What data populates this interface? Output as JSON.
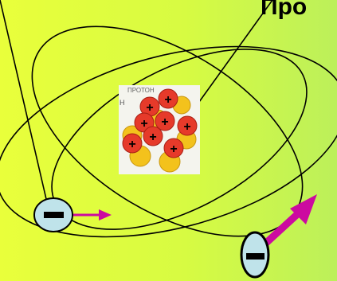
{
  "title": "Про",
  "nucleus": {
    "caption_top": "ПРОТОН",
    "caption_side": "Н",
    "proton_sign": "+",
    "proton_count": 8,
    "neutron_count": 6
  },
  "electrons": [
    {
      "charge_sign": "−"
    },
    {
      "charge_sign": "−"
    }
  ],
  "colors": {
    "background": "#e2fd3e",
    "orbit_line": "#000000",
    "electron_fill": "#bfe3ea",
    "velocity_arrow": "#cc0aa0",
    "proton": "#e63a2a",
    "neutron": "#f3c21c"
  }
}
